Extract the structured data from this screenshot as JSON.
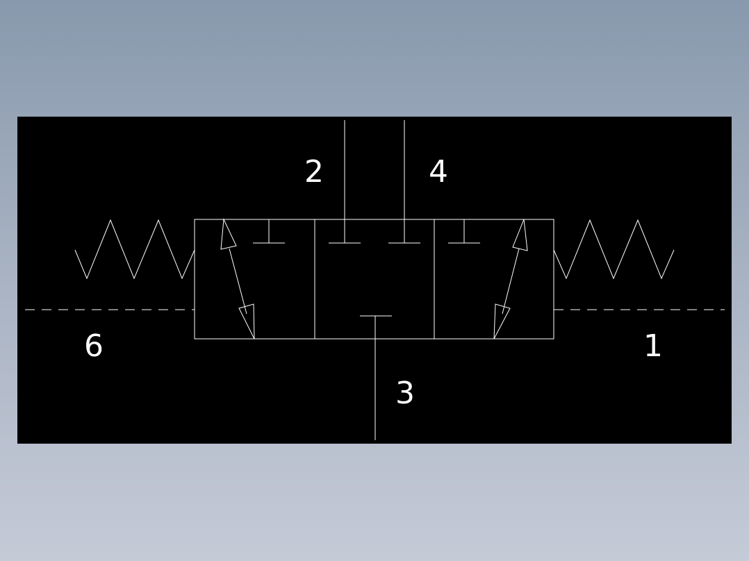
{
  "diagram": {
    "type": "valve-symbol",
    "ports": [
      {
        "id": "port-2",
        "label": "2"
      },
      {
        "id": "port-4",
        "label": "4"
      },
      {
        "id": "port-6",
        "label": "6"
      },
      {
        "id": "port-1",
        "label": "1"
      },
      {
        "id": "port-3",
        "label": "3"
      }
    ],
    "colors": {
      "canvas": "#000000",
      "line": "#ffffff",
      "background_top": "#8899ad",
      "background_bottom": "#c5cad7"
    }
  }
}
